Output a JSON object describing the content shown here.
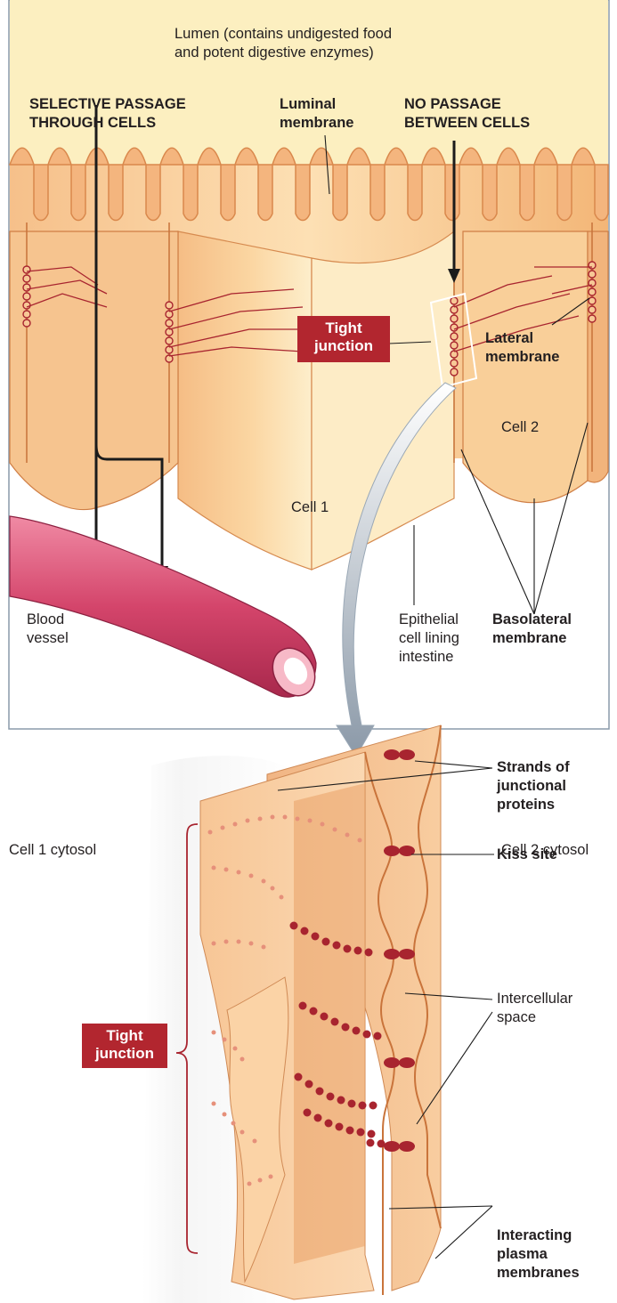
{
  "top_panel": {
    "lumen_label": "Lumen (contains undigested food\nand potent digestive enzymes)",
    "selective_passage": "SELECTIVE PASSAGE\nTHROUGH CELLS",
    "luminal_membrane": "Luminal\nmembrane",
    "no_passage": "NO PASSAGE\nBETWEEN CELLS",
    "tight_junction": "Tight\njunction",
    "lateral_membrane": "Lateral\nmembrane",
    "cell2": "Cell 2",
    "cell1": "Cell 1",
    "blood_vessel": "Blood\nvessel",
    "epithelial": "Epithelial\ncell lining\nintestine",
    "basolateral": "Basolateral\nmembrane"
  },
  "bottom_panel": {
    "cell1_cytosol": "Cell 1 cytosol",
    "cell2_cytosol": "Cell 2 cytosol",
    "strands": "Strands of\njunctional\nproteins",
    "kiss_site": "Kiss site",
    "tight_junction": "Tight\njunction",
    "intercellular_space": "Intercellular\nspace",
    "interacting_membranes": "Interacting\nplasma\nmembranes"
  },
  "colors": {
    "lumen": "#fcefc0",
    "cell_light": "#fcd7a4",
    "cell_mid": "#f6bf85",
    "cell_dark": "#e89a5c",
    "membrane_edge": "#c9743b",
    "junction_red": "#a8242f",
    "blood_vessel": "#d84a6f",
    "label_red": "#b2262f"
  }
}
